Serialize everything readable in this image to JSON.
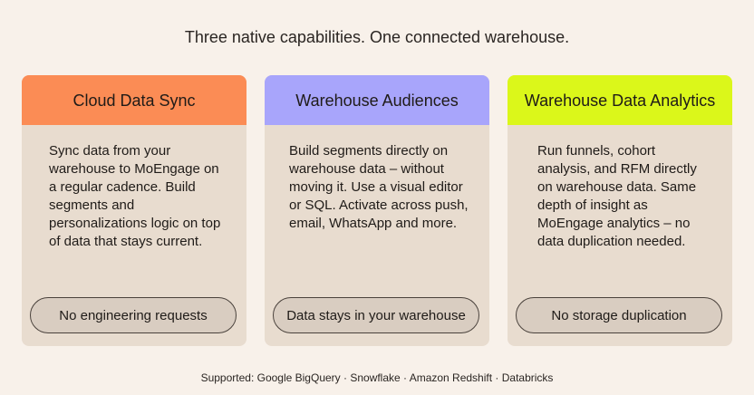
{
  "headline": "Three native capabilities. One connected warehouse.",
  "cards": [
    {
      "title": "Cloud Data Sync",
      "header_color": "#fb8c55",
      "body": "Sync data from your warehouse to MoEngage on a regular cadence. Build segments and personalizations  logic on top of data that stays current.",
      "pill": "No engineering requests"
    },
    {
      "title": "Warehouse Audiences",
      "header_color": "#a8a5fb",
      "body": "Build segments directly on warehouse data – without moving it. Use a visual editor or SQL. Activate across push, email, WhatsApp and more.",
      "pill": "Data stays in your warehouse"
    },
    {
      "title": "Warehouse Data Analytics",
      "header_color": "#dbf71a",
      "body": "Run funnels, cohort analysis, and RFM directly on warehouse data. Same depth of insight as MoEngage analytics – no data duplication needed.",
      "pill": "No storage duplication"
    }
  ],
  "footer": "Supported: Google BigQuery · Snowflake · Amazon Redshift · Databricks"
}
